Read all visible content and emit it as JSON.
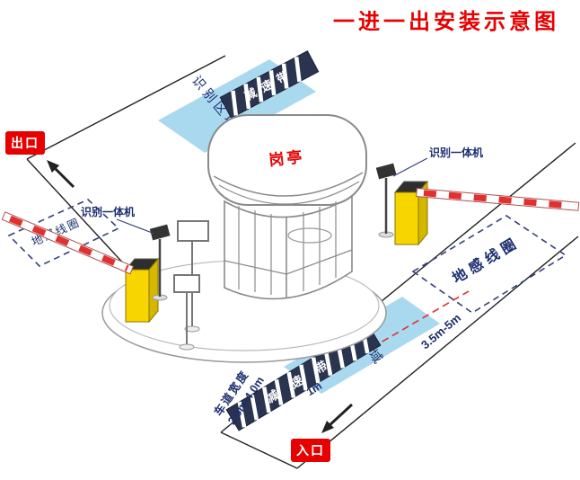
{
  "title": "一进一出安装示意图",
  "labels": {
    "exit": "出口",
    "entrance": "入口",
    "booth": "岗亭",
    "recognition_machine": "识别一体机",
    "ground_coil": "地感线圈",
    "recognition_zone": "识别区域",
    "speed_bump": "减速带"
  },
  "dimensions": {
    "coil_to_gate": "3.5m-5m",
    "zone_edge_offset": "1m",
    "lane_width_title": "车道宽度",
    "lane_width_range": "2.5m-4.0m"
  },
  "colors": {
    "accent_red": "#e60000",
    "navy_text": "#1c2f6e",
    "zone_blue": "#a9d9ef",
    "band_navy": "#2a3350",
    "barrier_yellow": "#f6d500",
    "arm_red": "#e03030"
  }
}
